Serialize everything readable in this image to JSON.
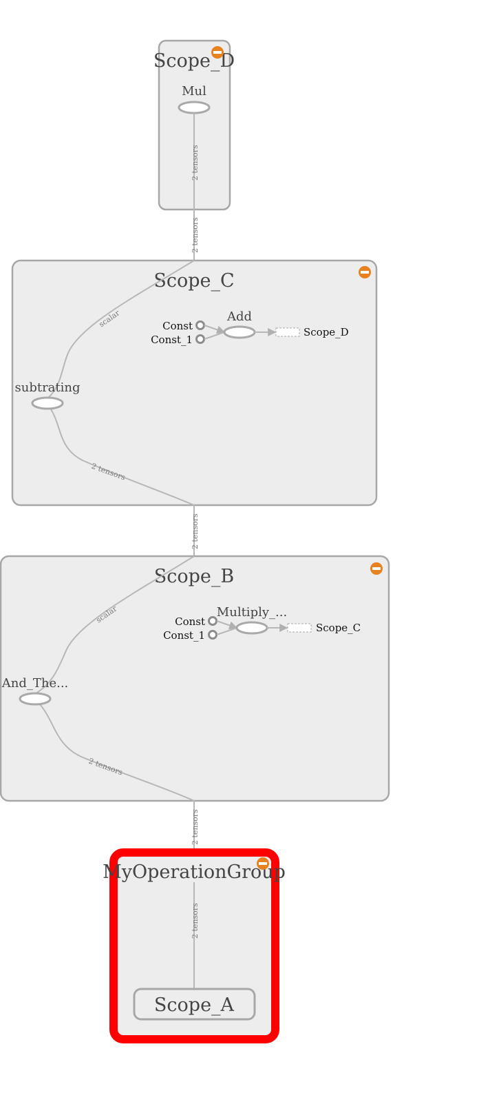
{
  "colors": {
    "scope_fill": "#ededed",
    "scope_stroke": "#a7a7a7",
    "selection_stroke": "#ff0000",
    "collapse_button": "#e8811f",
    "edge": "#b7b7b7"
  },
  "scopes": {
    "scope_d": {
      "title": "Scope_D",
      "op": "Mul",
      "edge_label": "2 tensors"
    },
    "scope_c": {
      "title": "Scope_C",
      "op": "Add",
      "const": "Const",
      "const_1": "Const_1",
      "ref": "Scope_D",
      "side_op": "subtrating",
      "edge_scalar": "scalar",
      "edge_tensors": "2 tensors"
    },
    "scope_b": {
      "title": "Scope_B",
      "op": "Multiply_...",
      "const": "Const",
      "const_1": "Const_1",
      "ref": "Scope_C",
      "side_op": "And_The...",
      "edge_scalar": "scalar",
      "edge_tensors": "2 tensors"
    },
    "my_operation_group": {
      "title": "MyOperationGroup",
      "child": "Scope_A",
      "edge_label": "2 tensors"
    }
  },
  "inter_edges": {
    "d_to_c": "2 tensors",
    "c_to_b": "2 tensors",
    "b_to_group": "2 tensors"
  }
}
